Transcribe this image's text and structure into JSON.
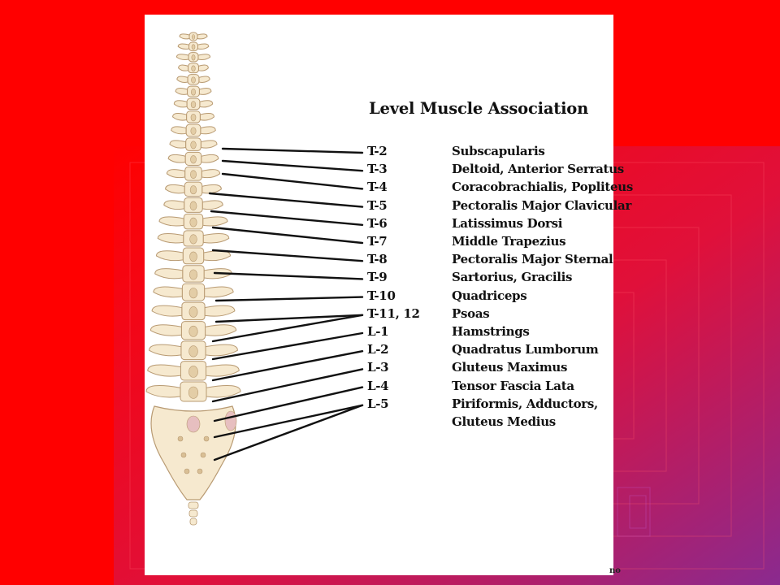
{
  "diagram": {
    "heading": "Level Muscle Association",
    "rows": [
      {
        "level": "T-2",
        "muscle": "Subscapularis"
      },
      {
        "level": "T-3",
        "muscle": "Deltoid, Anterior Serratus"
      },
      {
        "level": "T-4",
        "muscle": "Coracobrachialis, Popliteus"
      },
      {
        "level": "T-5",
        "muscle": "Pectoralis Major Clavicular"
      },
      {
        "level": "T-6",
        "muscle": "Latissimus Dorsi"
      },
      {
        "level": "T-7",
        "muscle": "Middle Trapezius"
      },
      {
        "level": "T-8",
        "muscle": "Pectoralis Major Sternal"
      },
      {
        "level": "T-9",
        "muscle": "Sartorius, Gracilis"
      },
      {
        "level": "T-10",
        "muscle": "Quadriceps"
      },
      {
        "level": "T-11, 12",
        "muscle": "Psoas"
      },
      {
        "level": "L-1",
        "muscle": "Hamstrings"
      },
      {
        "level": "L-2",
        "muscle": "Quadratus Lumborum"
      },
      {
        "level": "L-3",
        "muscle": "Gluteus Maximus"
      },
      {
        "level": "L-4",
        "muscle": "Tensor Fascia Lata"
      },
      {
        "level": "L-5",
        "muscle": "Piriformis, Adductors,"
      },
      {
        "level": "",
        "muscle": "Gluteus Medius"
      }
    ],
    "credit": "no"
  },
  "colors": {
    "background": "#ff0000",
    "panel": "#ffffff",
    "bone": "#f6e9cf",
    "bone_outline": "#b89a72",
    "leader_line": "#111111"
  }
}
